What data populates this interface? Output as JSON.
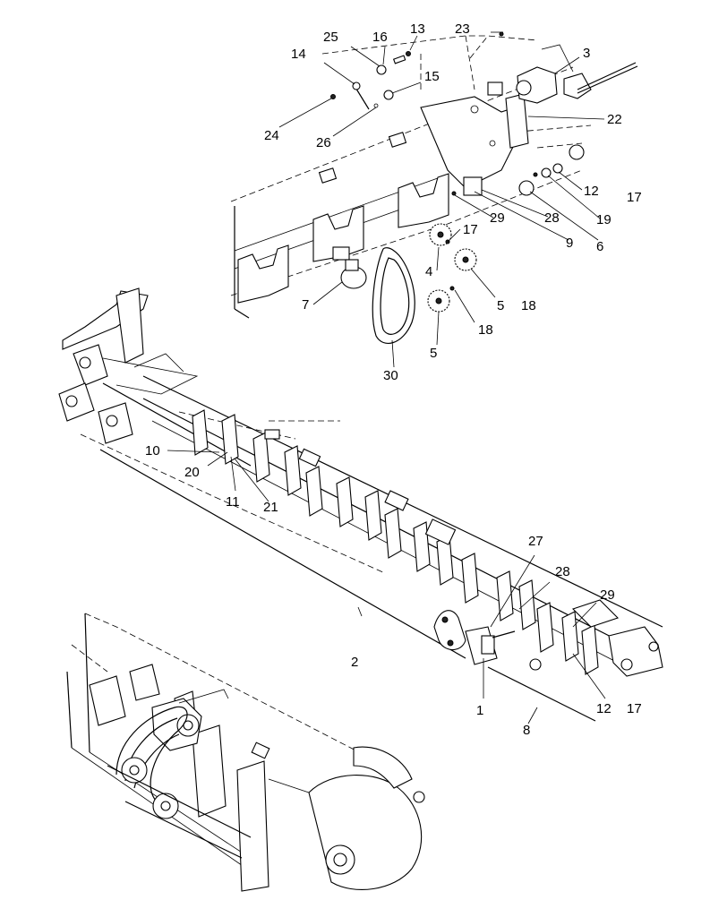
{
  "diagram": {
    "callouts": {
      "c1": "1",
      "c2": "2",
      "c3": "3",
      "c4": "4",
      "c5a": "5",
      "c5b": "5",
      "c6": "6",
      "c7": "7",
      "c8": "8",
      "c9": "9",
      "c10": "10",
      "c11": "11",
      "c12a": "12",
      "c12b": "12",
      "c13": "13",
      "c14": "14",
      "c15": "15",
      "c16": "16",
      "c17a": "17",
      "c17b": "17",
      "c17c": "17",
      "c18a": "18",
      "c18b": "18",
      "c19": "19",
      "c20": "20",
      "c21": "21",
      "c22": "22",
      "c23": "23",
      "c24": "24",
      "c25": "25",
      "c26": "26",
      "c27": "27",
      "c28a": "28",
      "c28b": "28",
      "c29a": "29",
      "c29b": "29",
      "c30": "30"
    }
  }
}
